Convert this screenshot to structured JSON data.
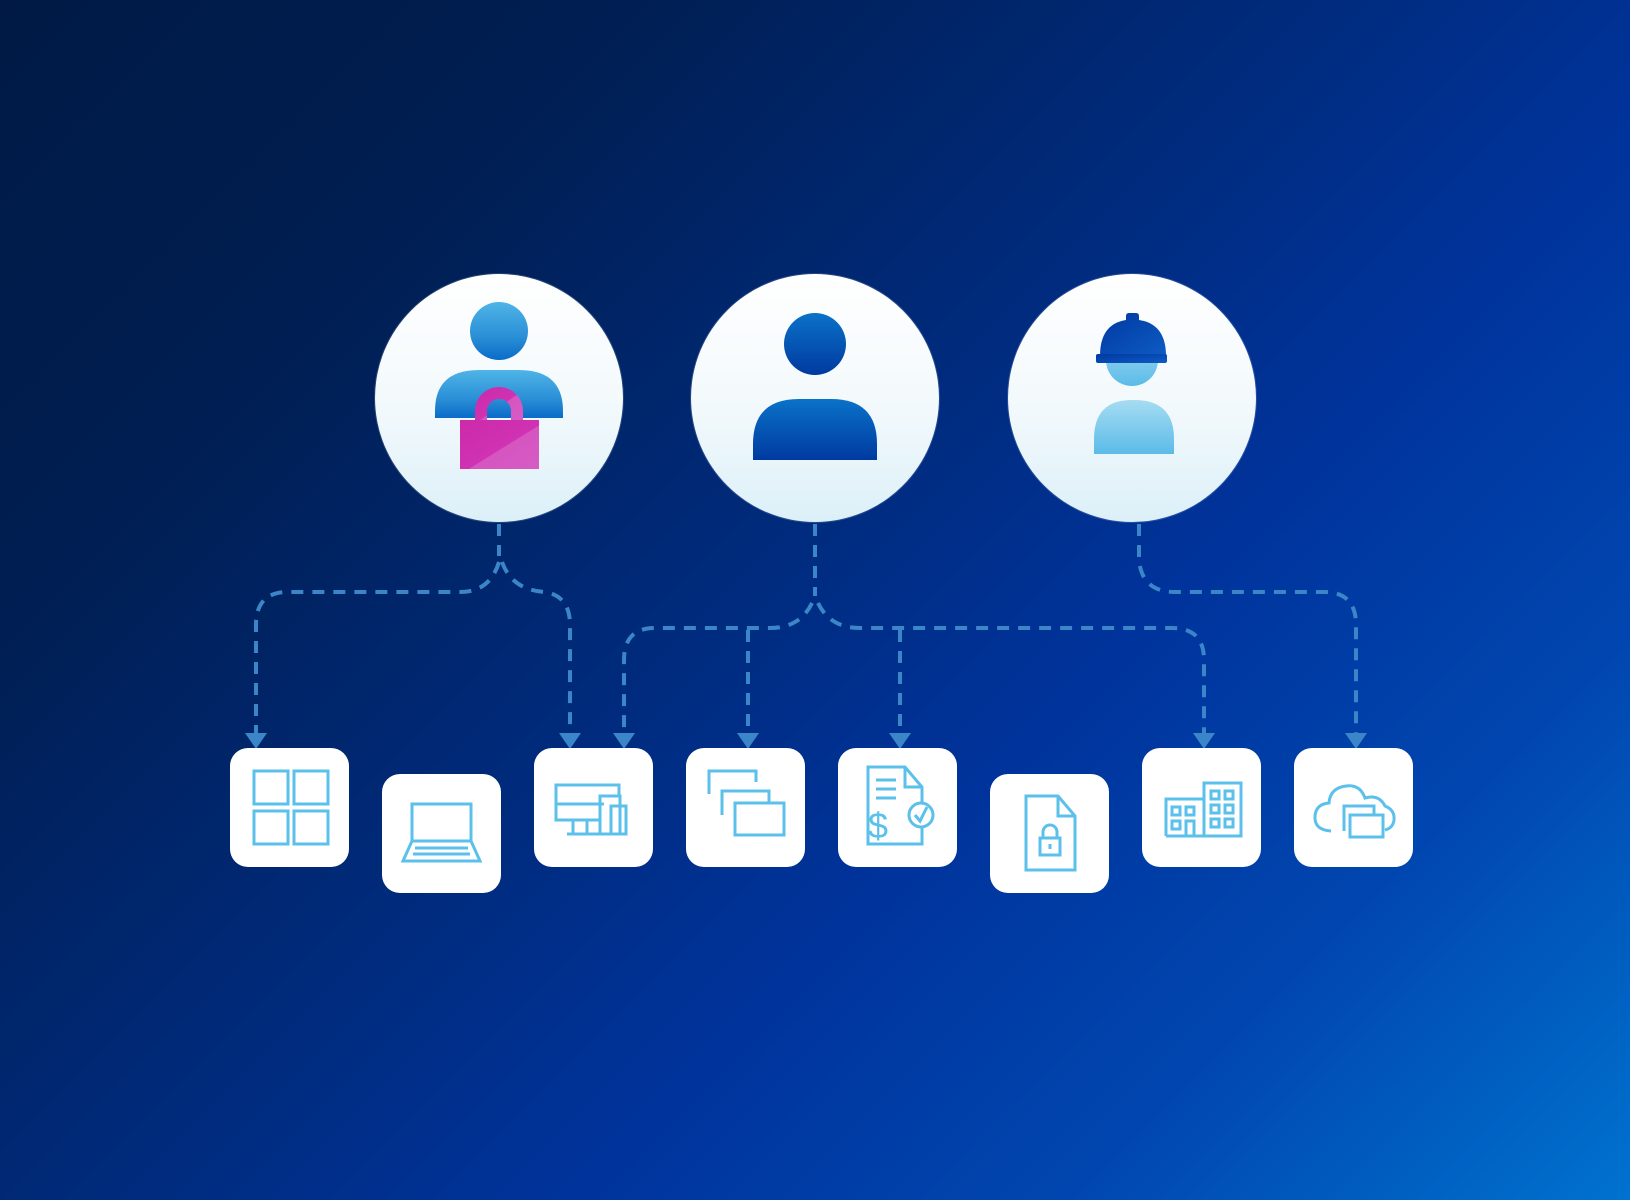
{
  "diagram": {
    "type": "role-based-access",
    "colors": {
      "background_start": "#001a45",
      "background_end": "#0072cf",
      "connector": "#3a86c8",
      "icon_stroke": "#5bc0ea",
      "lock_magenta": "#d02fb0",
      "user_blue": "#0a5fc0",
      "contractor_light": "#8fd0ee"
    },
    "roles": [
      {
        "id": "admin",
        "icon": "user-lock-icon",
        "label": "Privileged user"
      },
      {
        "id": "user",
        "icon": "user-icon",
        "label": "Standard user"
      },
      {
        "id": "contractor",
        "icon": "contractor-hardhat-icon",
        "label": "Contractor"
      }
    ],
    "resources": [
      {
        "id": "apps",
        "icon": "app-grid-icon",
        "label": "Applications"
      },
      {
        "id": "laptop",
        "icon": "laptop-icon",
        "label": "Laptop"
      },
      {
        "id": "devices",
        "icon": "multi-device-icon",
        "label": "Devices"
      },
      {
        "id": "windows",
        "icon": "stacked-windows-icon",
        "label": "Virtual desktops"
      },
      {
        "id": "finance",
        "icon": "finance-document-icon",
        "label": "Financial documents"
      },
      {
        "id": "secure-file",
        "icon": "locked-file-icon",
        "label": "Secure file"
      },
      {
        "id": "office",
        "icon": "building-icon",
        "label": "Office building"
      },
      {
        "id": "cloud",
        "icon": "cloud-desktop-icon",
        "label": "Cloud desktop"
      }
    ],
    "connections": [
      {
        "from": "admin",
        "to": [
          "apps",
          "devices"
        ]
      },
      {
        "from": "user",
        "to": [
          "devices",
          "windows",
          "finance",
          "office"
        ]
      },
      {
        "from": "contractor",
        "to": [
          "cloud"
        ]
      }
    ]
  }
}
